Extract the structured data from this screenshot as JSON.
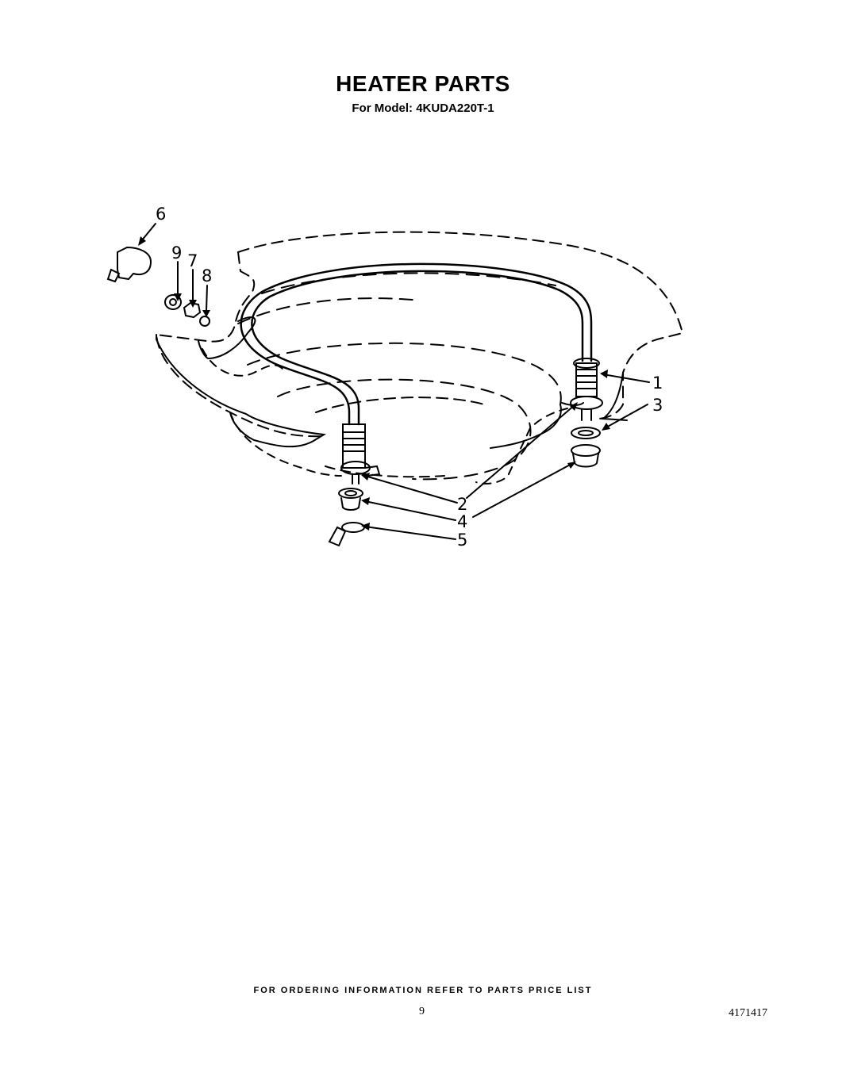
{
  "title": "HEATER PARTS",
  "subtitle": "For Model: 4KUDA220T-1",
  "callouts": [
    "1",
    "2",
    "3",
    "4",
    "5",
    "6",
    "7",
    "8",
    "9"
  ],
  "footer": {
    "ordering_note": "FOR ORDERING INFORMATION REFER TO PARTS PRICE LIST",
    "page_number": "9",
    "document_number": "4171417"
  }
}
